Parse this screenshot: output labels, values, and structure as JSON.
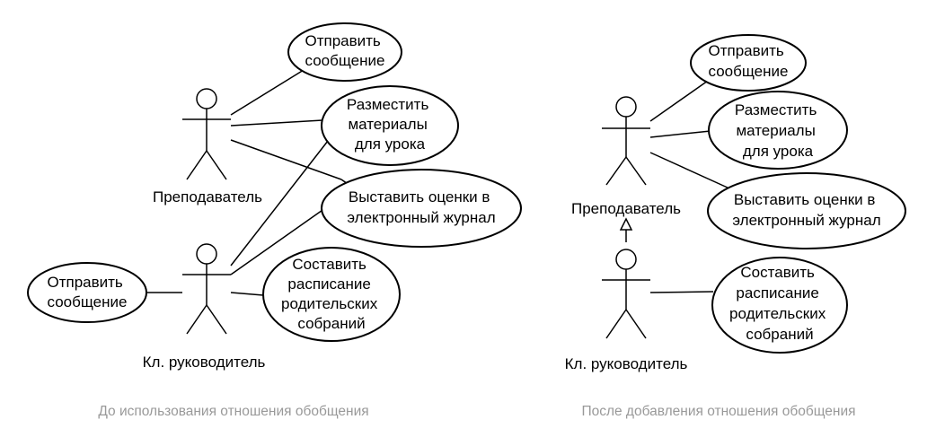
{
  "left": {
    "use_cases": {
      "send": [
        "Отправить",
        "сообщение"
      ],
      "materials": [
        "Разместить",
        "материалы",
        "для урока"
      ],
      "grades": [
        "Выставить оценки в",
        "электронный журнал"
      ],
      "schedule": [
        "Составить",
        "расписание",
        "родительских",
        "собраний"
      ],
      "send2": [
        "Отправить",
        "сообщение"
      ]
    },
    "actors": {
      "teacher": "Преподаватель",
      "class_head": "Кл. руководитель"
    },
    "caption": "До использования отношения обобщения"
  },
  "right": {
    "use_cases": {
      "send": [
        "Отправить",
        "сообщение"
      ],
      "materials": [
        "Разместить",
        "материалы",
        "для урока"
      ],
      "grades": [
        "Выставить оценки в",
        "электронный журнал"
      ],
      "schedule": [
        "Составить",
        "расписание",
        "родительских",
        "собраний"
      ]
    },
    "actors": {
      "teacher": "Преподаватель",
      "class_head": "Кл. руководитель"
    },
    "caption": "После добавления отношения обобщения"
  }
}
